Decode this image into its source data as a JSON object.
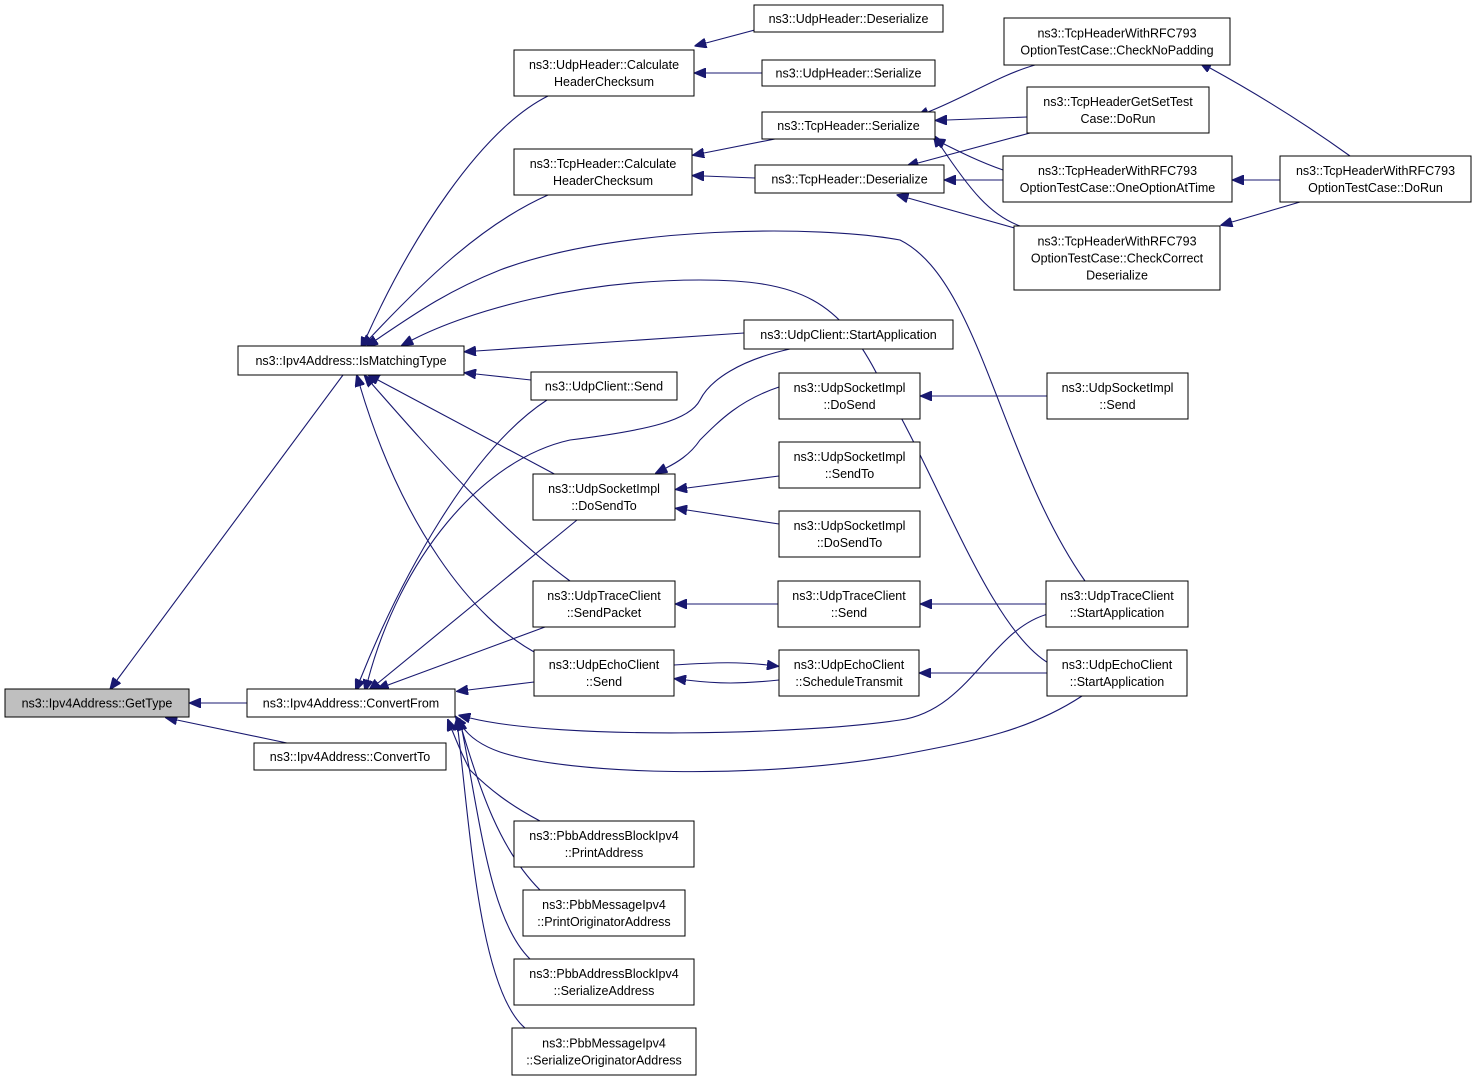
{
  "colors": {
    "edge": "#191970",
    "root_fill": "#bfbfbf",
    "node_fill": "#ffffff",
    "node_border": "#000000"
  },
  "nodes": [
    {
      "id": "n_gettype",
      "name": "node-ipv4address-gettype",
      "lines": [
        "ns3::Ipv4Address::GetType"
      ],
      "root": true
    },
    {
      "id": "n_ismatch",
      "name": "node-ipv4address-ismatchingtype",
      "lines": [
        "ns3::Ipv4Address::IsMatchingType"
      ]
    },
    {
      "id": "n_convfrom",
      "name": "node-ipv4address-convertfrom",
      "lines": [
        "ns3::Ipv4Address::ConvertFrom"
      ]
    },
    {
      "id": "n_convto",
      "name": "node-ipv4address-convertto",
      "lines": [
        "ns3::Ipv4Address::ConvertTo"
      ]
    },
    {
      "id": "n_udphcs",
      "name": "node-udpheader-calculateheaderchecksum",
      "lines": [
        "ns3::UdpHeader::Calculate",
        "HeaderChecksum"
      ]
    },
    {
      "id": "n_tcphcs",
      "name": "node-tcpheader-calculateheaderchecksum",
      "lines": [
        "ns3::TcpHeader::Calculate",
        "HeaderChecksum"
      ]
    },
    {
      "id": "n_udpcs",
      "name": "node-udpclient-startapplication",
      "lines": [
        "ns3::UdpClient::StartApplication"
      ]
    },
    {
      "id": "n_udpcsend",
      "name": "node-udpclient-send",
      "lines": [
        "ns3::UdpClient::Send"
      ]
    },
    {
      "id": "n_sockdst",
      "name": "node-udpsocketimpl-dosendto",
      "lines": [
        "ns3::UdpSocketImpl",
        "::DoSendTo"
      ]
    },
    {
      "id": "n_tcsp",
      "name": "node-udptraceclient-sendpacket",
      "lines": [
        "ns3::UdpTraceClient",
        "::SendPacket"
      ]
    },
    {
      "id": "n_ecsend",
      "name": "node-udpechoclient-send",
      "lines": [
        "ns3::UdpEchoClient",
        "::Send"
      ]
    },
    {
      "id": "n_pbbpa",
      "name": "node-pbbaddressblockipv4-printaddress",
      "lines": [
        "ns3::PbbAddressBlockIpv4",
        "::PrintAddress"
      ]
    },
    {
      "id": "n_pbbpo",
      "name": "node-pbbmessageipv4-printoriginatoraddress",
      "lines": [
        "ns3::PbbMessageIpv4",
        "::PrintOriginatorAddress"
      ]
    },
    {
      "id": "n_pbbsa",
      "name": "node-pbbaddressblockipv4-serializeaddress",
      "lines": [
        "ns3::PbbAddressBlockIpv4",
        "::SerializeAddress"
      ]
    },
    {
      "id": "n_pbbso",
      "name": "node-pbbmessageipv4-serializeoriginatoraddress",
      "lines": [
        "ns3::PbbMessageIpv4",
        "::SerializeOriginatorAddress"
      ]
    },
    {
      "id": "n_udphdes",
      "name": "node-udpheader-deserialize",
      "lines": [
        "ns3::UdpHeader::Deserialize"
      ]
    },
    {
      "id": "n_udphser",
      "name": "node-udpheader-serialize",
      "lines": [
        "ns3::UdpHeader::Serialize"
      ]
    },
    {
      "id": "n_tcpser",
      "name": "node-tcpheader-serialize",
      "lines": [
        "ns3::TcpHeader::Serialize"
      ]
    },
    {
      "id": "n_tcpdes",
      "name": "node-tcpheader-deserialize",
      "lines": [
        "ns3::TcpHeader::Deserialize"
      ]
    },
    {
      "id": "n_sockds",
      "name": "node-udpsocketimpl-dosend",
      "lines": [
        "ns3::UdpSocketImpl",
        "::DoSend"
      ]
    },
    {
      "id": "n_socksto",
      "name": "node-udpsocketimpl-sendto",
      "lines": [
        "ns3::UdpSocketImpl",
        "::SendTo"
      ]
    },
    {
      "id": "n_sockdst2",
      "name": "node-udpsocketimpl-dosendto-2",
      "lines": [
        "ns3::UdpSocketImpl",
        "::DoSendTo"
      ]
    },
    {
      "id": "n_tcsend",
      "name": "node-udptraceclient-send",
      "lines": [
        "ns3::UdpTraceClient",
        "::Send"
      ]
    },
    {
      "id": "n_ecst",
      "name": "node-udpechoclient-scheduletransmit",
      "lines": [
        "ns3::UdpEchoClient",
        "::ScheduleTransmit"
      ]
    },
    {
      "id": "n_nopad",
      "name": "node-tcpheaderwithrfc793-checknopadding",
      "lines": [
        "ns3::TcpHeaderWithRFC793",
        "OptionTestCase::CheckNoPadding"
      ]
    },
    {
      "id": "n_getset",
      "name": "node-tcpheadergetsettestcase-dorun",
      "lines": [
        "ns3::TcpHeaderGetSetTest",
        "Case::DoRun"
      ]
    },
    {
      "id": "n_oneopt",
      "name": "node-tcpheaderwithrfc793-oneoptionattime",
      "lines": [
        "ns3::TcpHeaderWithRFC793",
        "OptionTestCase::OneOptionAtTime"
      ]
    },
    {
      "id": "n_ccdes",
      "name": "node-tcpheaderwithrfc793-checkcorrectdeserialize",
      "lines": [
        "ns3::TcpHeaderWithRFC793",
        "OptionTestCase::CheckCorrect",
        "Deserialize"
      ]
    },
    {
      "id": "n_socksend",
      "name": "node-udpsocketimpl-send",
      "lines": [
        "ns3::UdpSocketImpl",
        "::Send"
      ]
    },
    {
      "id": "n_tcstart",
      "name": "node-udptraceclient-startapplication",
      "lines": [
        "ns3::UdpTraceClient",
        "::StartApplication"
      ]
    },
    {
      "id": "n_ecstart",
      "name": "node-udpechoclient-startapplication",
      "lines": [
        "ns3::UdpEchoClient",
        "::StartApplication"
      ]
    },
    {
      "id": "n_rfcdorun",
      "name": "node-tcpheaderwithrfc793-dorun",
      "lines": [
        "ns3::TcpHeaderWithRFC793",
        "OptionTestCase::DoRun"
      ]
    }
  ]
}
